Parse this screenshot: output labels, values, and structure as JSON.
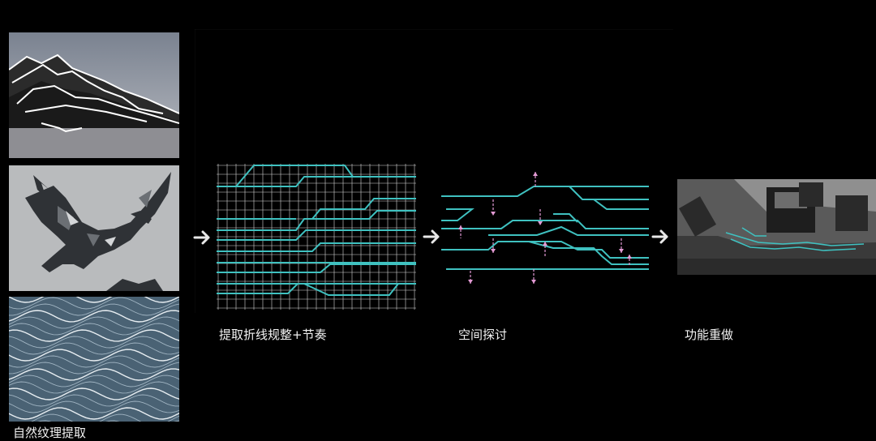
{
  "captions": {
    "texture": "自然纹理提取",
    "polyline": "提取折线规整+节奏",
    "space": "空间探讨",
    "function": "功能重做"
  },
  "colors": {
    "background": "#000000",
    "cyan": "#3fc1c0",
    "pink": "#e39ad4",
    "arrow": "#e8e8e8",
    "grid": "#d8d8d8"
  },
  "icons": [
    "arrow-right-icon",
    "arrow-right-icon",
    "arrow-right-icon"
  ]
}
